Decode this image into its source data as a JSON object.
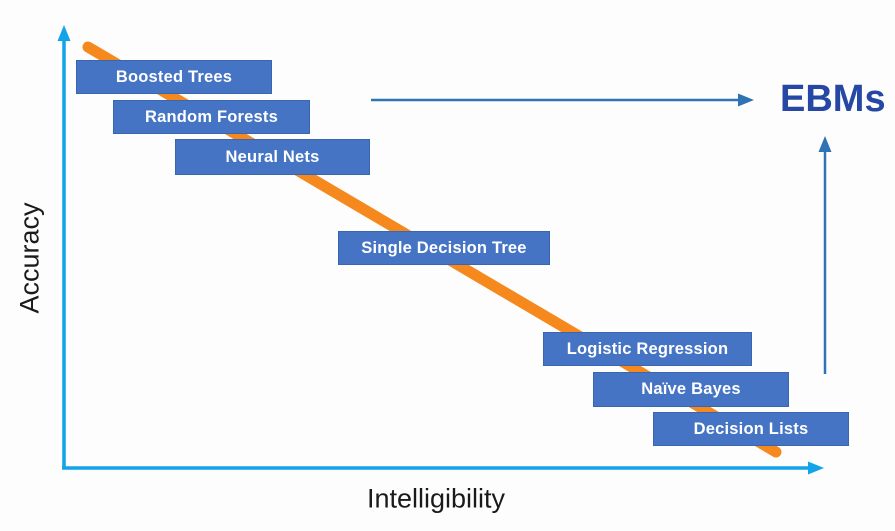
{
  "colors": {
    "axis-cyan": "#12A4E9",
    "box-blue": "#4574C4",
    "box-border": "#3A66B0",
    "orange": "#F6891E",
    "arrow-blue": "#2E74B5",
    "ebms-blue": "#2647A3",
    "text-black": "#1A1A1A",
    "box-text": "#FFFFFF",
    "background": "#FDFDFD"
  },
  "chart_data": {
    "type": "scatter",
    "title": "",
    "xlabel": "Intelligibility",
    "ylabel": "Accuracy",
    "axes": {
      "style": "qualitative arrows, no ticks or numeric scale",
      "x_range": [
        0,
        1
      ],
      "y_range": [
        0,
        1
      ],
      "grid": false
    },
    "points": [
      {
        "label": "Boosted Trees",
        "x": 0.15,
        "y": 0.89
      },
      {
        "label": "Random Forests",
        "x": 0.19,
        "y": 0.8
      },
      {
        "label": "Neural Nets",
        "x": 0.27,
        "y": 0.71
      },
      {
        "label": "Single Decision Tree",
        "x": 0.5,
        "y": 0.5
      },
      {
        "label": "Logistic Regression",
        "x": 0.77,
        "y": 0.27
      },
      {
        "label": "Naïve Bayes",
        "x": 0.83,
        "y": 0.18
      },
      {
        "label": "Decision Lists",
        "x": 0.9,
        "y": 0.09
      }
    ],
    "trend_line": {
      "color": "#F6891E",
      "from": {
        "x": 0.03,
        "y": 0.96
      },
      "to": {
        "x": 0.94,
        "y": 0.04
      },
      "meaning": "accuracy decreases as intelligibility increases"
    },
    "annotation": {
      "label": "EBMs",
      "arrows": [
        {
          "direction": "right"
        },
        {
          "direction": "up"
        }
      ]
    },
    "legend": null
  }
}
